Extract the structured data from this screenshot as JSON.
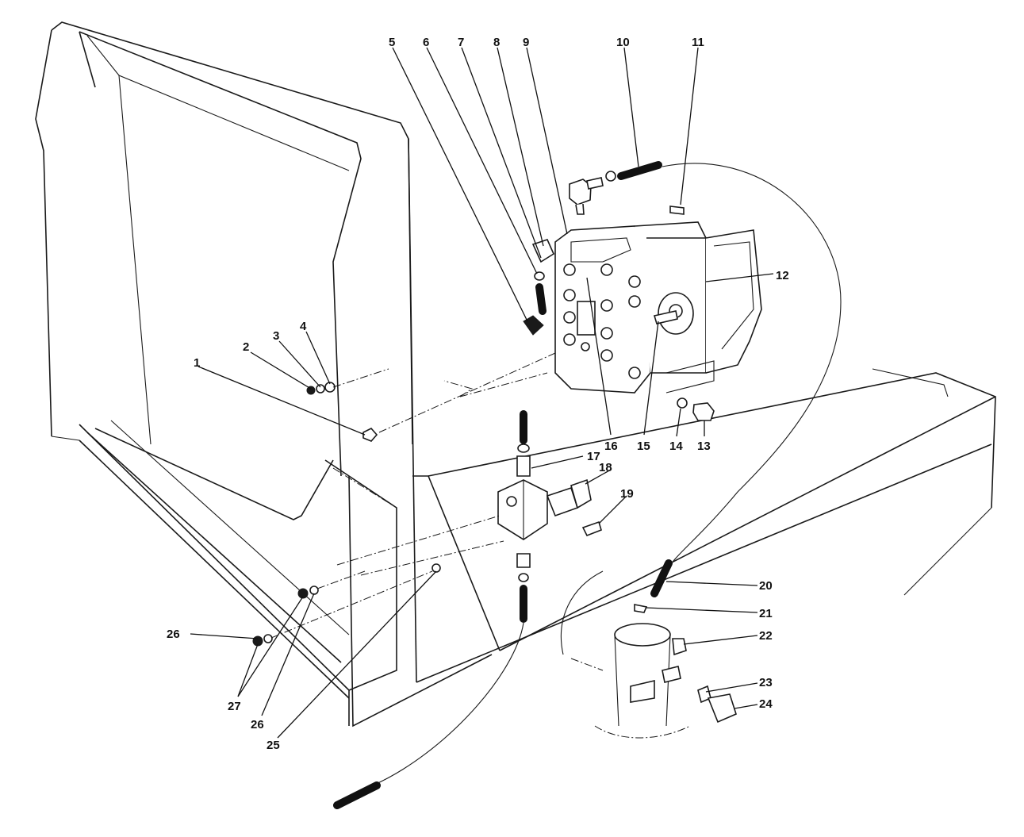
{
  "diagram": {
    "callouts": [
      {
        "id": "c1",
        "label": "1"
      },
      {
        "id": "c2",
        "label": "2"
      },
      {
        "id": "c3",
        "label": "3"
      },
      {
        "id": "c4",
        "label": "4"
      },
      {
        "id": "c5",
        "label": "5"
      },
      {
        "id": "c6",
        "label": "6"
      },
      {
        "id": "c7",
        "label": "7"
      },
      {
        "id": "c8",
        "label": "8"
      },
      {
        "id": "c9",
        "label": "9"
      },
      {
        "id": "c10",
        "label": "10"
      },
      {
        "id": "c11",
        "label": "11"
      },
      {
        "id": "c12",
        "label": "12"
      },
      {
        "id": "c13",
        "label": "13"
      },
      {
        "id": "c14",
        "label": "14"
      },
      {
        "id": "c15",
        "label": "15"
      },
      {
        "id": "c16",
        "label": "16"
      },
      {
        "id": "c17",
        "label": "17"
      },
      {
        "id": "c18",
        "label": "18"
      },
      {
        "id": "c19",
        "label": "19"
      },
      {
        "id": "c20",
        "label": "20"
      },
      {
        "id": "c21",
        "label": "21"
      },
      {
        "id": "c22",
        "label": "22"
      },
      {
        "id": "c23",
        "label": "23"
      },
      {
        "id": "c24",
        "label": "24"
      },
      {
        "id": "c25",
        "label": "25"
      },
      {
        "id": "c26a",
        "label": "26"
      },
      {
        "id": "c26b",
        "label": "26"
      },
      {
        "id": "c27",
        "label": "27"
      }
    ]
  },
  "colors": {
    "ink": "#111111",
    "paper": "#ffffff"
  }
}
